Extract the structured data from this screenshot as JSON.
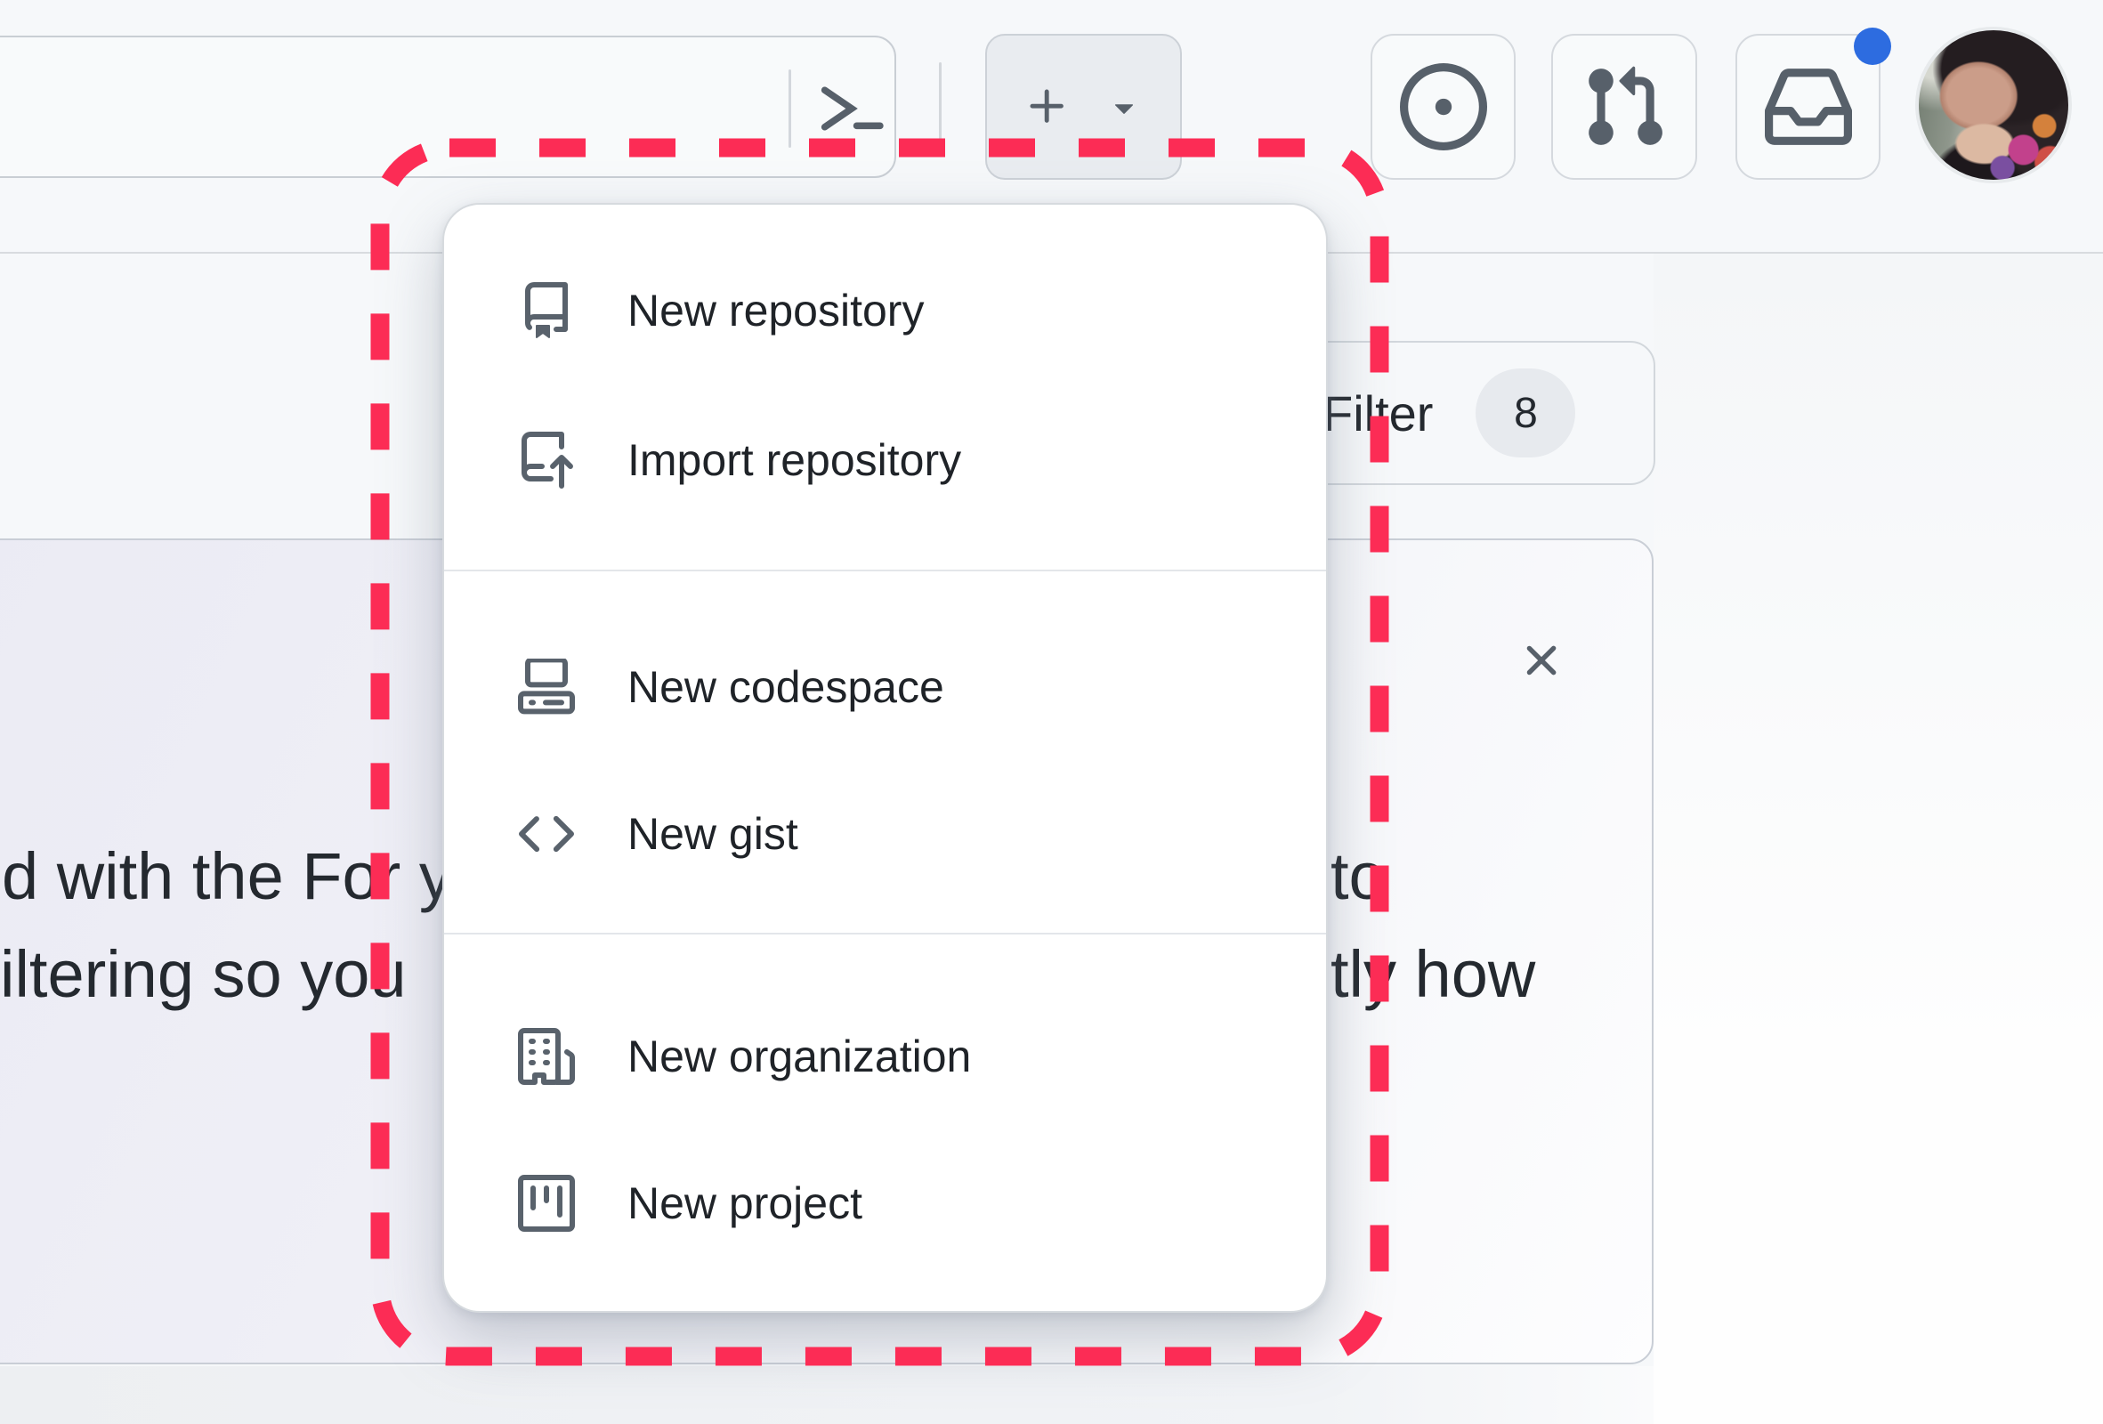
{
  "header": {
    "search": {
      "value": ""
    },
    "notification_dot_color": "#2d6ce0"
  },
  "menu": {
    "sections": [
      {
        "items": [
          {
            "icon": "repo-icon",
            "label": "New repository"
          },
          {
            "icon": "repo-push-icon",
            "label": "Import repository"
          }
        ]
      },
      {
        "items": [
          {
            "icon": "codespaces-icon",
            "label": "New codespace"
          },
          {
            "icon": "code-icon",
            "label": "New gist"
          }
        ]
      },
      {
        "items": [
          {
            "icon": "organization-icon",
            "label": "New organization"
          },
          {
            "icon": "project-icon",
            "label": "New project"
          }
        ]
      }
    ]
  },
  "toolbar": {
    "filter_label": "Filter",
    "filter_count": "8"
  },
  "feed_card": {
    "fragments": {
      "line1_left": "d with the For y",
      "line1_right": "to",
      "line2_left": "iltering so you",
      "line2_right": "tly how"
    }
  },
  "annotation": {
    "color": "#fc2c55"
  }
}
